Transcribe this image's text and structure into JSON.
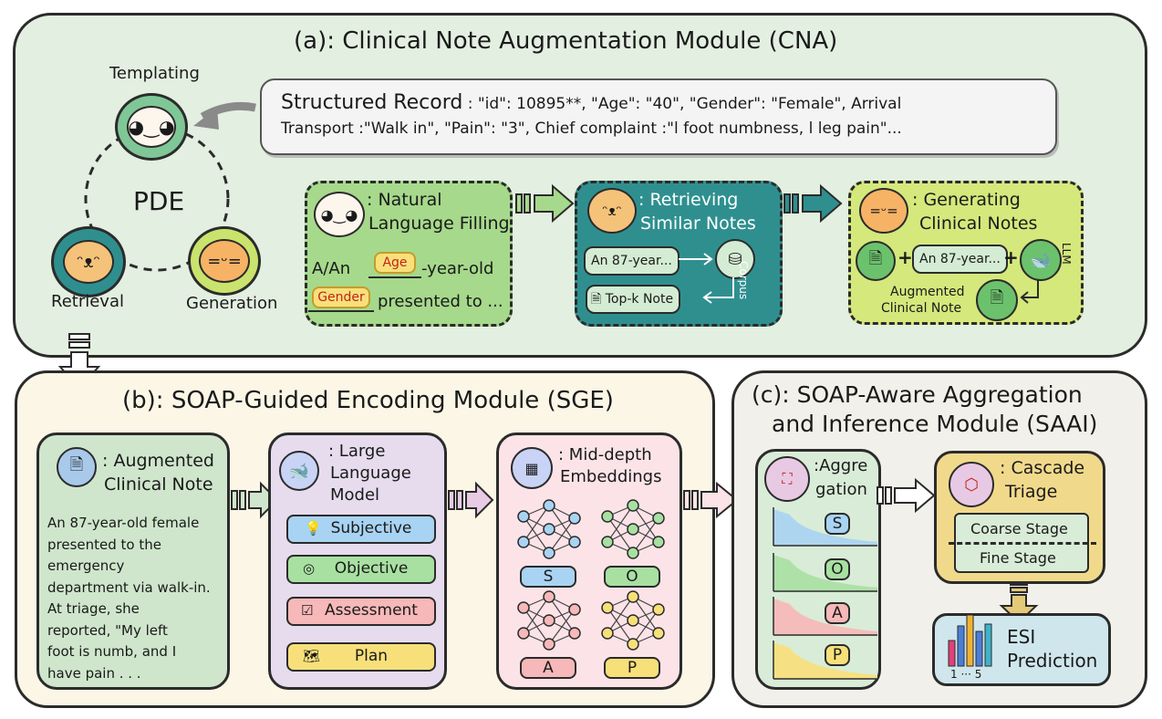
{
  "cna": {
    "title": "(a): Clinical Note Augmentation Module (CNA)",
    "pde_center": "PDE",
    "cycle": {
      "templating": "Templating",
      "retrieval": "Retrieval",
      "generation": "Generation"
    },
    "structured_record": {
      "label": "Structured Record",
      "line1": ": \"id\": 10895**, \"Age\": \"40\", \"Gender\": \"Female\", Arrival",
      "line2": "Transport :\"Walk in\", \"Pain\": \"3\", Chief complaint  :\"l foot numbness, l leg pain\"..."
    },
    "filling": {
      "title_line1": ": Natural",
      "title_line2": "Language Filling",
      "prefix": "A/An",
      "age_slot": "Age",
      "suffix": "-year-old",
      "gender_slot": "Gender",
      "tail": "presented to ..."
    },
    "retrieving": {
      "title_line1": ": Retrieving",
      "title_line2": "Similar Notes",
      "corpus": "Corpus",
      "note_snippet": "An 87-year...",
      "topk": "Top-k Note"
    },
    "generating": {
      "title_line1": ": Generating",
      "title_line2": "Clinical Notes",
      "note_snippet": "An 87-year...",
      "llm": "LLM",
      "output_line1": "Augmented",
      "output_line2": "Clinical Note"
    }
  },
  "sge": {
    "title": "(b): SOAP-Guided Encoding Module (SGE)",
    "note": {
      "title_line1": ": Augmented",
      "title_line2": "Clinical Note",
      "body": [
        "An 87-year-old female",
        "presented to the",
        "emergency",
        "department via walk-in.",
        "At triage, she",
        "reported, \"My left",
        "foot is numb, and I",
        "have pain . . ."
      ]
    },
    "llm": {
      "title_line1": ": Large",
      "title_line2": "Language",
      "title_line3": "Model",
      "items": [
        "Subjective",
        "Objective",
        "Assessment",
        "Plan"
      ]
    },
    "embeddings": {
      "title_line1": ": Mid-depth",
      "title_line2": "Embeddings",
      "labels": [
        "S",
        "O",
        "A",
        "P"
      ]
    }
  },
  "saai": {
    "title_line1": "(c): SOAP-Aware Aggregation",
    "title_line2": "and Inference Module (SAAI)",
    "aggregation": {
      "title_line1": ":Aggre",
      "title_line2": "gation",
      "labels": [
        "S",
        "O",
        "A",
        "P"
      ]
    },
    "cascade": {
      "title_line1": ": Cascade",
      "title_line2": "Triage",
      "coarse": "Coarse Stage",
      "fine": "Fine Stage"
    },
    "esi": {
      "line1": "ESI",
      "line2": "Prediction",
      "scale": "1 ··· 5"
    }
  },
  "colors": {
    "cna_bg": "#e3efe0",
    "sge_bg": "#fbf6e6",
    "saai_bg": "#f2f0ea",
    "filling_green": "#a6d98b",
    "retrieving_teal": "#2f8f8f",
    "generating_lime": "#d4e87c",
    "subjective": "#a9d3f2",
    "objective": "#a8e0a2",
    "assessment": "#f6b8b8",
    "plan": "#f7e07a"
  },
  "icons": [
    "sheep-icon",
    "dog-icon",
    "cat-icon",
    "database-icon",
    "document-icon",
    "deepseek-whale-icon",
    "neural-network-icon",
    "bar-chart-icon"
  ]
}
